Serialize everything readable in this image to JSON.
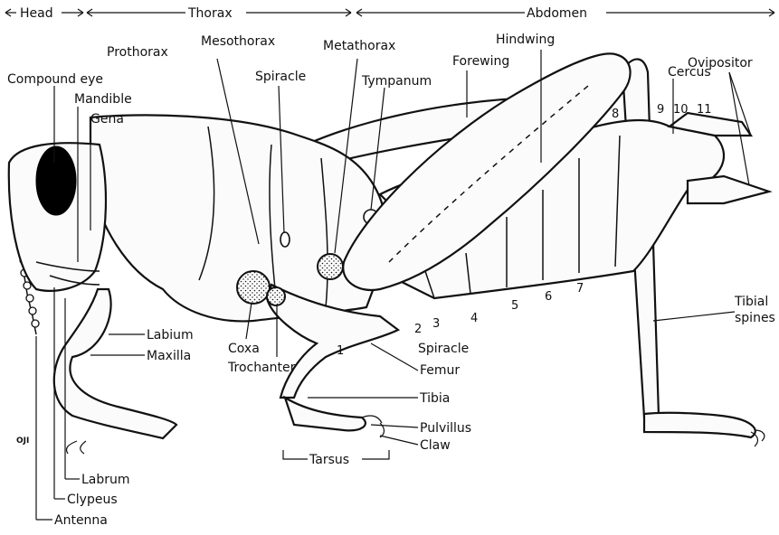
{
  "regions": {
    "head": "Head",
    "thorax": "Thorax",
    "abdomen": "Abdomen"
  },
  "labels": {
    "prothorax": "Prothorax",
    "mesothorax": "Mesothorax",
    "metathorax": "Metathorax",
    "compound_eye": "Compound eye",
    "mandible": "Mandible",
    "gena": "Gena",
    "spiracle_top": "Spiracle",
    "tympanum": "Tympanum",
    "forewing": "Forewing",
    "hindwing": "Hindwing",
    "cercus": "Cercus",
    "ovipositor": "Ovipositor",
    "tibial_spines_1": "Tibial",
    "tibial_spines_2": "spines",
    "labium": "Labium",
    "maxilla": "Maxilla",
    "coxa": "Coxa",
    "trochanter": "Trochanter",
    "spiracle_bottom": "Spiracle",
    "femur": "Femur",
    "tibia": "Tibia",
    "pulvillus": "Pulvillus",
    "claw": "Claw",
    "tarsus": "Tarsus",
    "labrum": "Labrum",
    "clypeus": "Clypeus",
    "antenna": "Antenna",
    "credit": "OJI"
  },
  "segments": {
    "s1": "1",
    "s2": "2",
    "s3": "3",
    "s4": "4",
    "s5": "5",
    "s6": "6",
    "s7": "7",
    "s8": "8",
    "s9": "9",
    "s10": "10",
    "s11": "11"
  }
}
